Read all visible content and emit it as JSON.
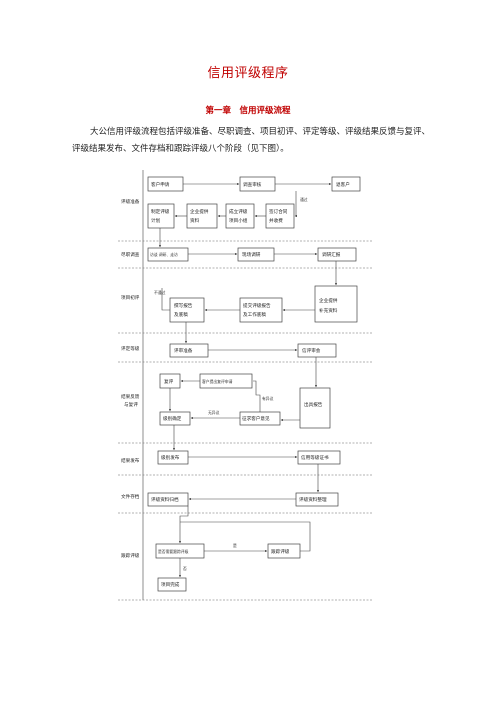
{
  "doc": {
    "title": "信用评级程序",
    "chapter": "第一章　信用评级流程",
    "paragraph": "大公信用评级流程包括评级准备、尽职调查、项目初评、评定等级、评级结果反馈与复评、评级结果发布、文件存档和跟踪评级八个阶段（见下图）。"
  },
  "flowchart": {
    "stages": {
      "prep": "评级准备",
      "diligence": "尽职调查",
      "initial": "项目初评",
      "rating": "评定等级",
      "feedback_1": "结果反馈",
      "feedback_2": "与复评",
      "publish": "结果发布",
      "archive": "文件存档",
      "tracking": "跟踪评级"
    },
    "boxes": {
      "client_apply": "客户申请",
      "reexamine": "调查审核",
      "not_client": "退客户",
      "plan_1": "制定评级",
      "plan_2": "计划",
      "docs_1": "企业提供",
      "docs_2": "资料",
      "team_1": "成立评级",
      "team_2": "项目小组",
      "contract_1": "签订合同",
      "contract_2": "并收费",
      "onsite": "访谈 调研、走访",
      "data_analysis": "现场调研",
      "summary": "调研汇报",
      "draft_1": "撰写报告",
      "draft_2": "及底稿",
      "suggest_1": "提交评级报告",
      "suggest_2": "及工作底稿",
      "supplement_1": "企业提供",
      "supplement_2": "补充资料",
      "review": "评审准备",
      "committee": "信评审会",
      "recheck": "复评",
      "client_appeal": "客户提出复评申请",
      "report_1": "出具报告",
      "report_2": "",
      "confirm_rating": "级别确定",
      "feedback_client": "征求客户意见",
      "publish_rating": "级别发布",
      "credit_cert": "信用等级证书",
      "archive_file": "评级资料归档",
      "archive_collect": "评级资料整理",
      "track_need": "是否需要跟踪评级",
      "track_rate": "跟踪评级",
      "project_end": "项目完成"
    },
    "edge_labels": {
      "pass": "通过",
      "no": "不通过",
      "nochange": "无异议",
      "has_obj": "有异议",
      "yes": "是",
      "not": "否"
    }
  }
}
